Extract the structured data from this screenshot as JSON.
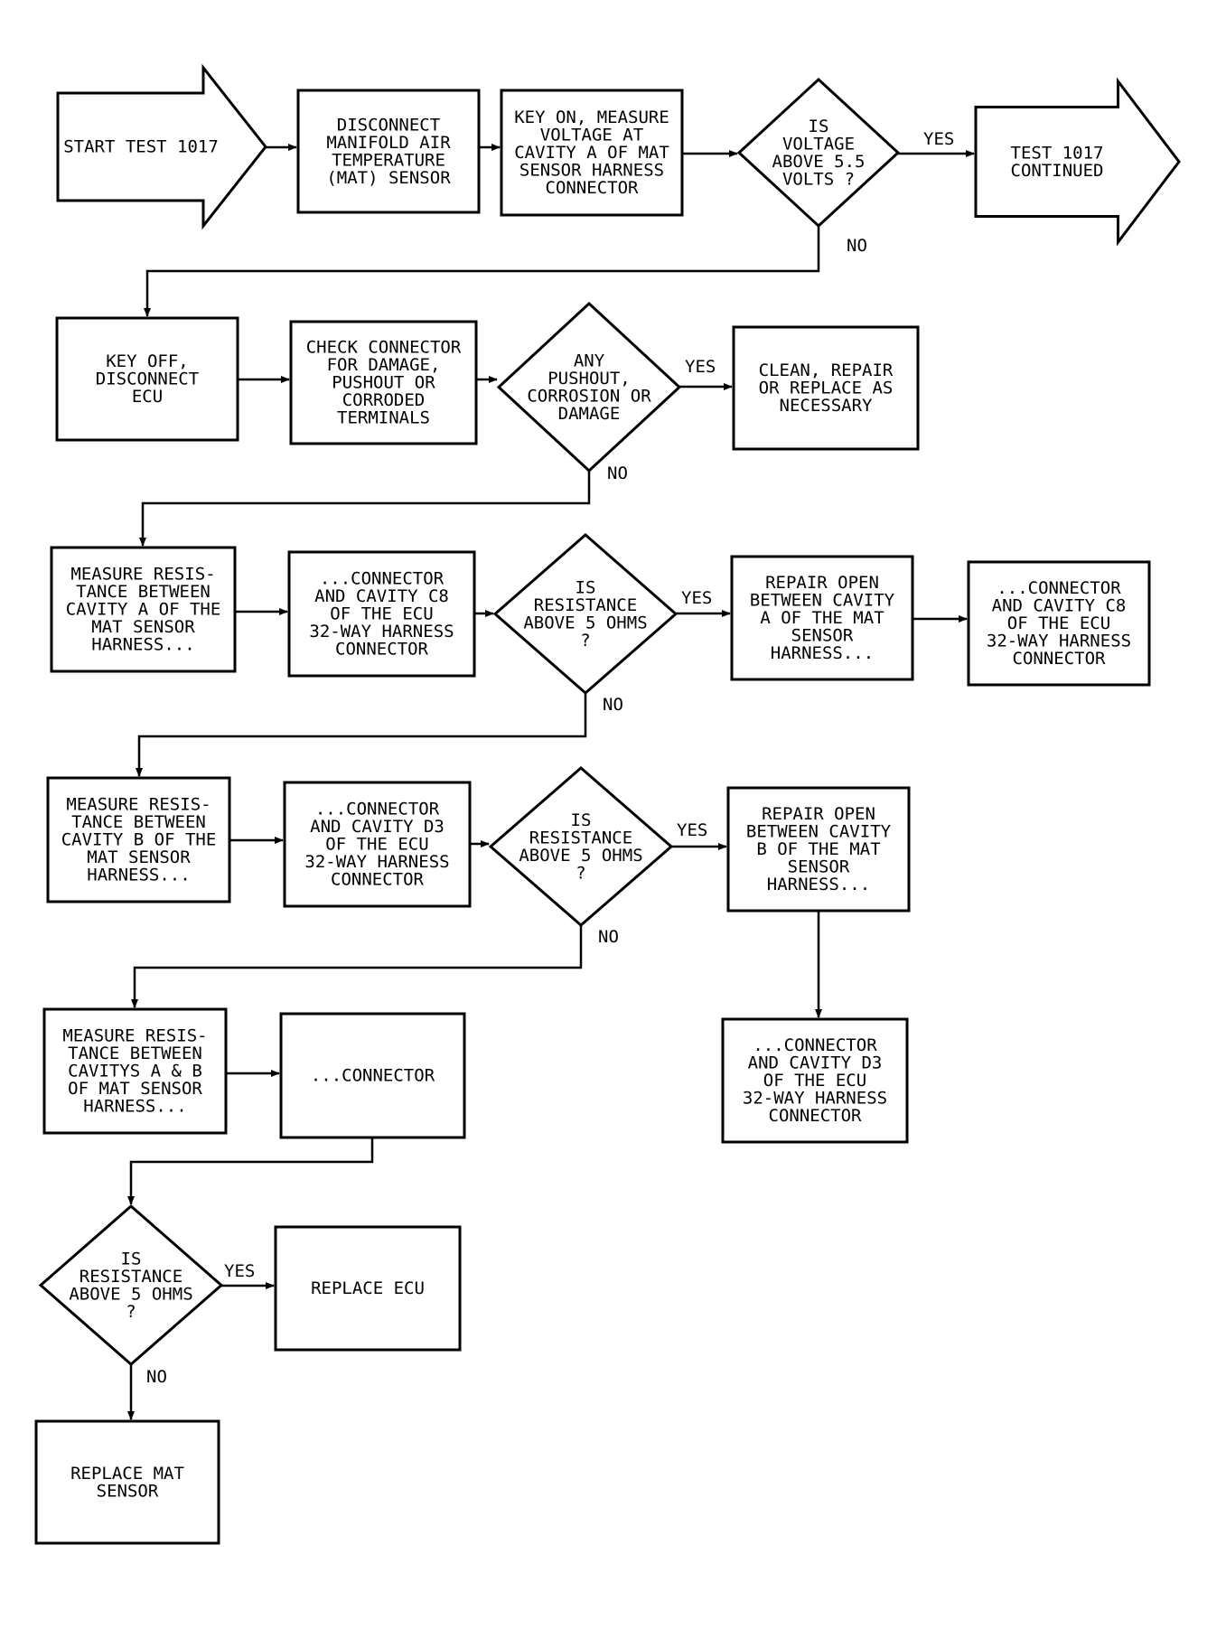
{
  "nodes": {
    "start": [
      "START TEST 1017"
    ],
    "disconnect_mat": [
      "DISCONNECT",
      "MANIFOLD AIR",
      "TEMPERATURE",
      "(MAT) SENSOR"
    ],
    "key_on": [
      "KEY ON, MEASURE",
      "VOLTAGE AT",
      "CAVITY A OF MAT",
      "SENSOR HARNESS",
      "CONNECTOR"
    ],
    "voltage_q": [
      "IS",
      "VOLTAGE",
      "ABOVE 5.5",
      "VOLTS ?"
    ],
    "continued": [
      "TEST 1017",
      "CONTINUED"
    ],
    "key_off": [
      "KEY OFF,",
      "DISCONNECT",
      "ECU"
    ],
    "check_connector": [
      "CHECK CONNECTOR",
      "FOR DAMAGE,",
      "PUSHOUT OR",
      "CORRODED",
      "TERMINALS"
    ],
    "pushout_q": [
      "ANY",
      "PUSHOUT,",
      "CORROSION OR",
      "DAMAGE"
    ],
    "clean_repair": [
      "CLEAN, REPAIR",
      "OR REPLACE AS",
      "NECESSARY"
    ],
    "measure_a": [
      "MEASURE RESIS-",
      "TANCE BETWEEN",
      "CAVITY A OF THE",
      "MAT SENSOR",
      "HARNESS..."
    ],
    "connector_c8": [
      "...CONNECTOR",
      "AND CAVITY C8",
      "OF THE ECU",
      "32-WAY HARNESS",
      "CONNECTOR"
    ],
    "resist_q1": [
      "IS",
      "RESISTANCE",
      "ABOVE 5 OHMS",
      "?"
    ],
    "repair_a": [
      "REPAIR OPEN",
      "BETWEEN CAVITY",
      "A OF THE MAT",
      "SENSOR",
      "HARNESS..."
    ],
    "repair_a_cont": [
      "...CONNECTOR",
      "AND CAVITY C8",
      "OF THE ECU",
      "32-WAY HARNESS",
      "CONNECTOR"
    ],
    "measure_b": [
      "MEASURE RESIS-",
      "TANCE BETWEEN",
      "CAVITY B OF THE",
      "MAT SENSOR",
      "HARNESS..."
    ],
    "connector_d3": [
      "...CONNECTOR",
      "AND CAVITY D3",
      "OF THE ECU",
      "32-WAY HARNESS",
      "CONNECTOR"
    ],
    "resist_q2": [
      "IS",
      "RESISTANCE",
      "ABOVE 5 OHMS",
      "?"
    ],
    "repair_b": [
      "REPAIR OPEN",
      "BETWEEN CAVITY",
      "B OF THE MAT",
      "SENSOR",
      "HARNESS..."
    ],
    "repair_b_cont": [
      "...CONNECTOR",
      "AND CAVITY D3",
      "OF THE ECU",
      "32-WAY HARNESS",
      "CONNECTOR"
    ],
    "measure_ab": [
      "MEASURE RESIS-",
      "TANCE BETWEEN",
      "CAVITYS A & B",
      "OF MAT SENSOR",
      "HARNESS..."
    ],
    "connector_plain": [
      "...CONNECTOR"
    ],
    "resist_q3": [
      "IS",
      "RESISTANCE",
      "ABOVE 5 OHMS",
      "?"
    ],
    "replace_ecu": [
      "REPLACE ECU"
    ],
    "replace_mat": [
      "REPLACE MAT",
      "SENSOR"
    ]
  },
  "edge_labels": {
    "yes": "YES",
    "no": "NO"
  }
}
